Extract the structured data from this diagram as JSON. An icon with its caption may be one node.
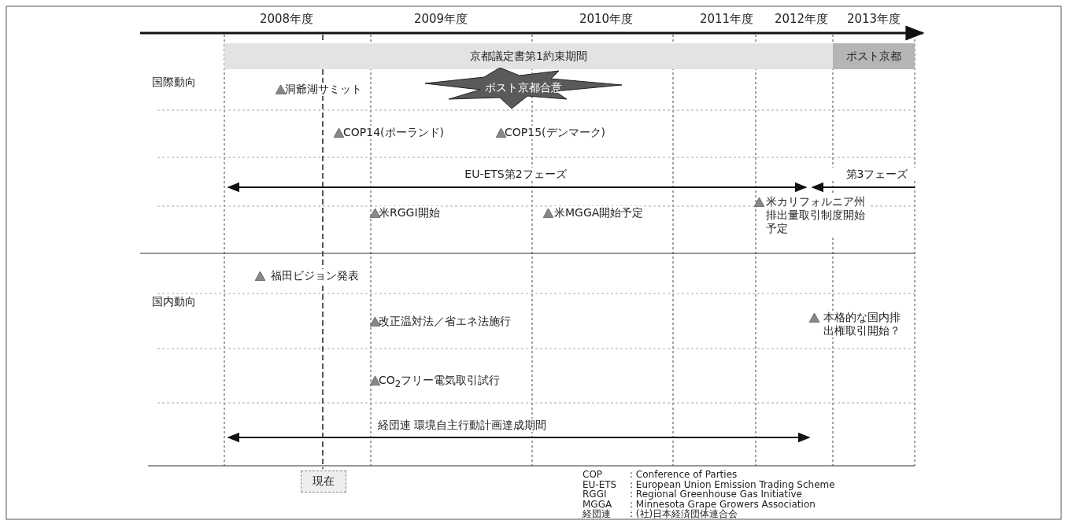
{
  "diagram": {
    "nodes": [
      {
        "text": [
          "京都議定書第1約束期間"
        ]
      },
      {
        "text": [
          "ポスト京都"
        ]
      },
      {
        "text": [
          "ポスト京都合意"
        ]
      },
      {
        "text": [
          "現在"
        ]
      }
    ],
    "labels": [
      "2008年度",
      "2009年度",
      "2010年度",
      "2011年度",
      "2012年度",
      "2013年度",
      "国際動向",
      "洞爺湖サミット",
      "COP14(ポーランド)",
      "COP15(デンマーク)",
      "EU-ETS第2フェーズ",
      "第3フェーズ",
      "米RGGI開始",
      "米MGGA開始予定",
      "米カリフォルニア州排出量取引制度開始予定",
      "国内動向",
      "福田ビジョン発表",
      "改正温対法／省エネ法施行",
      "CO$_{2}$フリー電気取引試行",
      "本格的な国内排出権取引開始？",
      "経団連 環境自主行動計画達成期間",
      "COP",
      ": Conference of Parties",
      "EU-ETS",
      ": European Union Emission Trading Scheme",
      "RGGI",
      ": Regional Greenhouse Gas Initiative",
      "MGGA",
      ": Minnesota Grape Growers Association",
      "経団連",
      ": (社)日本経済団体連合会"
    ]
  }
}
